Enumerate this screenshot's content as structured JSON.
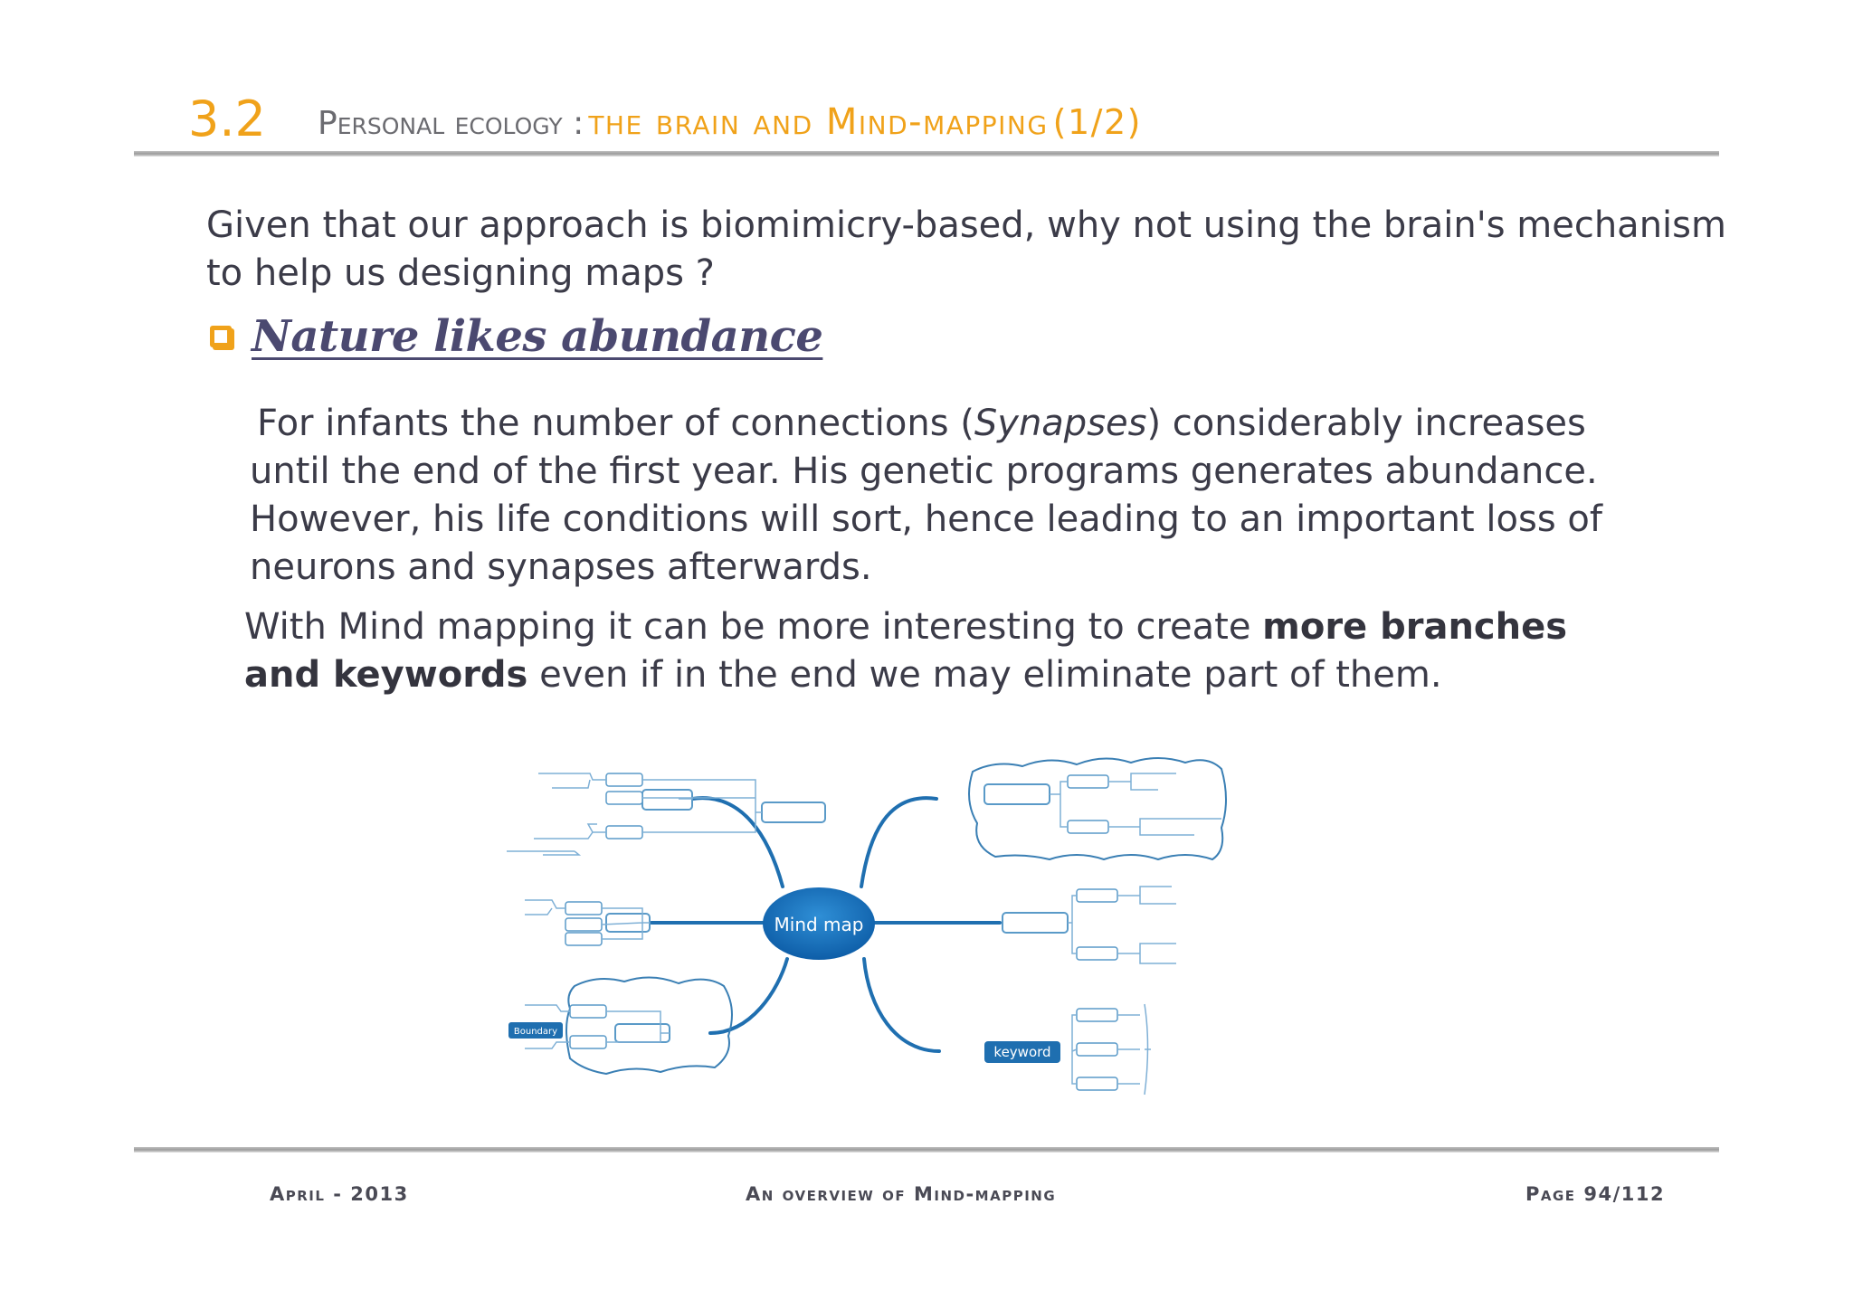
{
  "header": {
    "section_number": "3.2",
    "title_prefix": "Personal ecology :",
    "title_highlight": "the brain and Mind-mapping",
    "title_suffix": "(1/2)"
  },
  "intro": "Given that our approach is biomimicry-based, why not using the brain's mechanism to help us designing maps ?",
  "bullet": {
    "title": "Nature likes abundance"
  },
  "paragraph1": {
    "before_italic": "For infants the number of connections (",
    "italic": "Synapses",
    "after_italic": ") considerably increases until the end of the first year. His genetic programs generates abundance. However, his life conditions will sort, hence leading to an important loss of neurons and synapses afterwards."
  },
  "paragraph2": {
    "before_bold": "With Mind mapping it can be more interesting to create ",
    "bold": "more branches and keywords",
    "after_bold": " even if in the end we may eliminate part of them."
  },
  "figure": {
    "center_label": "Mind map",
    "keyword_label": "keyword",
    "boundary_label": "Boundary",
    "colors": {
      "branch": "#1f6fb0",
      "node_border": "#5a9ac8",
      "leaf_line": "#9cc0da",
      "label_fill": "#1f6fb0"
    }
  },
  "footer": {
    "date": "April - 2013",
    "title": "An overview of Mind-mapping",
    "page": "Page 94/112"
  },
  "colors": {
    "accent": "#f0a21a",
    "heading_grey": "#6b6b70",
    "text": "#3b3b48",
    "bullet_title": "#4b4970"
  }
}
